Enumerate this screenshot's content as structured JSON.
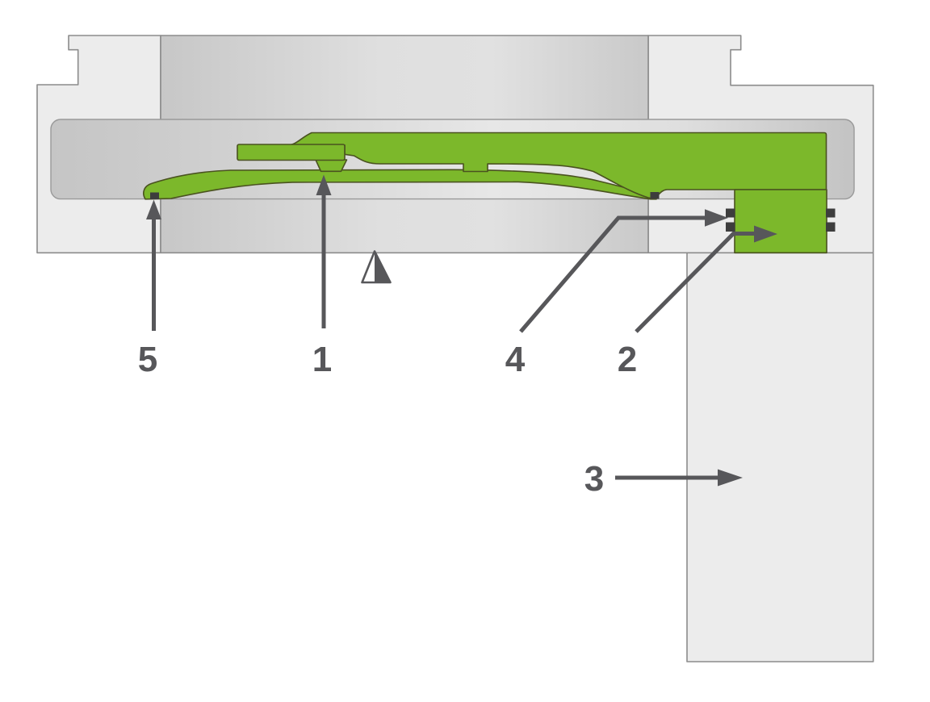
{
  "diagram": {
    "kind": "technical cross-section of a sealing profile assembly",
    "callouts": [
      {
        "label": "5"
      },
      {
        "label": "1"
      },
      {
        "label": "4"
      },
      {
        "label": "2"
      },
      {
        "label": "3"
      }
    ],
    "icons": {
      "surface_mark_triangle": "△"
    },
    "colors": {
      "highlight_green": "#7cb82b",
      "green_outline": "#4a5220",
      "housing_light_gray": "#ececec",
      "housing_mid_gray": "#c9c9c9",
      "cavity_gray": "#c5c5c5",
      "outline_gray": "#8c8c8c",
      "seal_dark": "#3d3d3d",
      "annotation_gray": "#57575a",
      "background": "#ffffff"
    }
  }
}
